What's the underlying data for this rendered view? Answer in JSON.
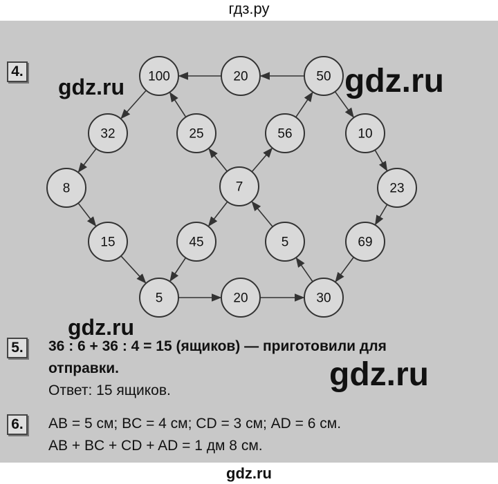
{
  "watermarks": {
    "top": "гдз.ру",
    "bottom": "gdz.ru",
    "big1": "gdz.ru",
    "small1": "gdz.ru",
    "small2": "gdz.ru",
    "big2": "gdz.ru"
  },
  "task4": {
    "number": "4.",
    "nodes": [
      "100",
      "20",
      "50",
      "32",
      "25",
      "56",
      "10",
      "8",
      "7",
      "23",
      "15",
      "45",
      "5",
      "69",
      "5",
      "20",
      "30"
    ]
  },
  "task5": {
    "number": "5.",
    "line1": "36 : 6 + 36 : 4 = 15 (ящиков) — приготовили для",
    "line2": "отправки.",
    "answer": "Ответ: 15 ящиков."
  },
  "task6": {
    "number": "6.",
    "line1": "AB = 5 см;     BC = 4 см;     CD = 3 см;     AD = 6 см.",
    "line2": "AB + BC + CD + AD = 1 дм 8 см."
  }
}
